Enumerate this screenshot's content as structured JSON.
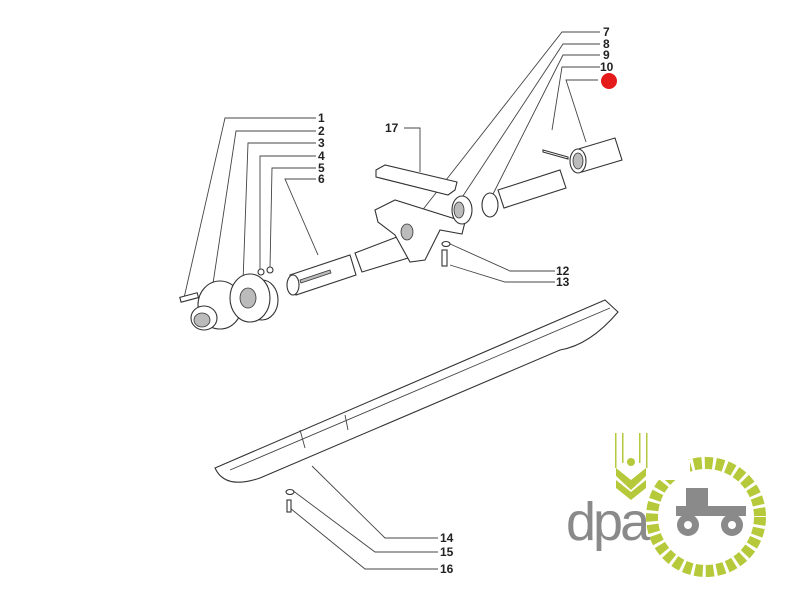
{
  "diagram": {
    "callouts": {
      "c1": "1",
      "c2": "2",
      "c3": "3",
      "c4": "4",
      "c5": "5",
      "c6": "6",
      "c7": "7",
      "c8": "8",
      "c9": "9",
      "c10": "10",
      "c12": "12",
      "c13": "13",
      "c14": "14",
      "c15": "15",
      "c16": "16",
      "c17": "17"
    },
    "highlight_color": "#e51b1b"
  },
  "logo": {
    "text": "dpa",
    "gray": "#8a8a8a",
    "green": "#b5c93a"
  }
}
